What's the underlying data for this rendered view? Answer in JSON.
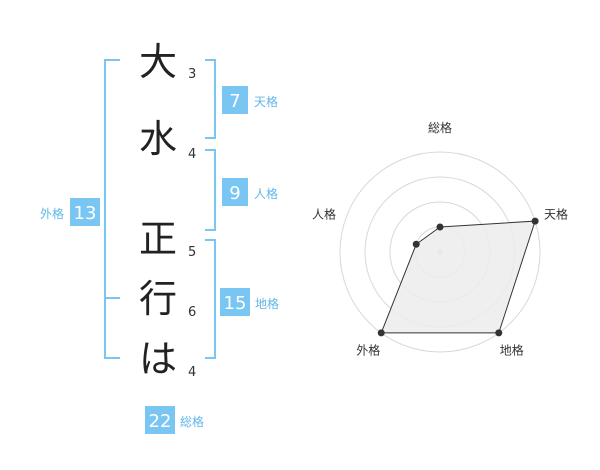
{
  "name": {
    "chars": [
      {
        "char": "大",
        "strokes": "3"
      },
      {
        "char": "水",
        "strokes": "4"
      },
      {
        "char": "正",
        "strokes": "5"
      },
      {
        "char": "行",
        "strokes": "6"
      },
      {
        "char": "は",
        "strokes": "4"
      }
    ]
  },
  "kaku": {
    "tenkaku": {
      "value": "7",
      "label": "天格"
    },
    "jinkaku": {
      "value": "9",
      "label": "人格"
    },
    "chikaku": {
      "value": "15",
      "label": "地格"
    },
    "gaikaku": {
      "value": "13",
      "label": "外格"
    },
    "soukaku": {
      "value": "22",
      "label": "総格"
    }
  },
  "colors": {
    "accent": "#79c6f2",
    "badge": "#79c6f2",
    "badge_text": "#ffffff",
    "label": "#5fb7ea"
  },
  "chart_data": {
    "type": "radar",
    "axes": [
      "総格",
      "天格",
      "地格",
      "外格",
      "人格"
    ],
    "levels": 4,
    "values": [
      1,
      4,
      4,
      4,
      1
    ],
    "max": 4
  }
}
